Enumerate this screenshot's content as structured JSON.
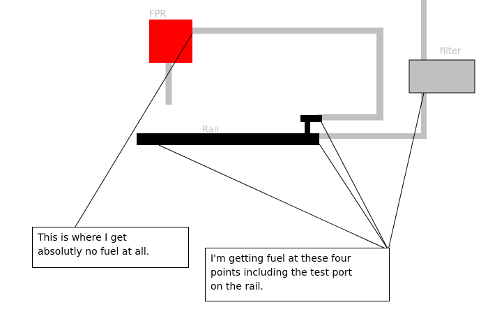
{
  "labels": {
    "fpr": "FPR",
    "filter": "filter",
    "rail": "Rail"
  },
  "callouts": {
    "no_fuel": {
      "lines": [
        "This is where I get",
        "absolutly no fuel at all."
      ]
    },
    "fuel": {
      "lines": [
        "I'm getting fuel at these four",
        "points including the test port",
        "on the rail."
      ]
    }
  },
  "colors": {
    "pipe": "#c0c0c0",
    "fpr": "#ff0000",
    "filter_fill": "#c0c0c0",
    "rail": "#000000",
    "label": "#c0c0c0",
    "leader": "#000000"
  }
}
